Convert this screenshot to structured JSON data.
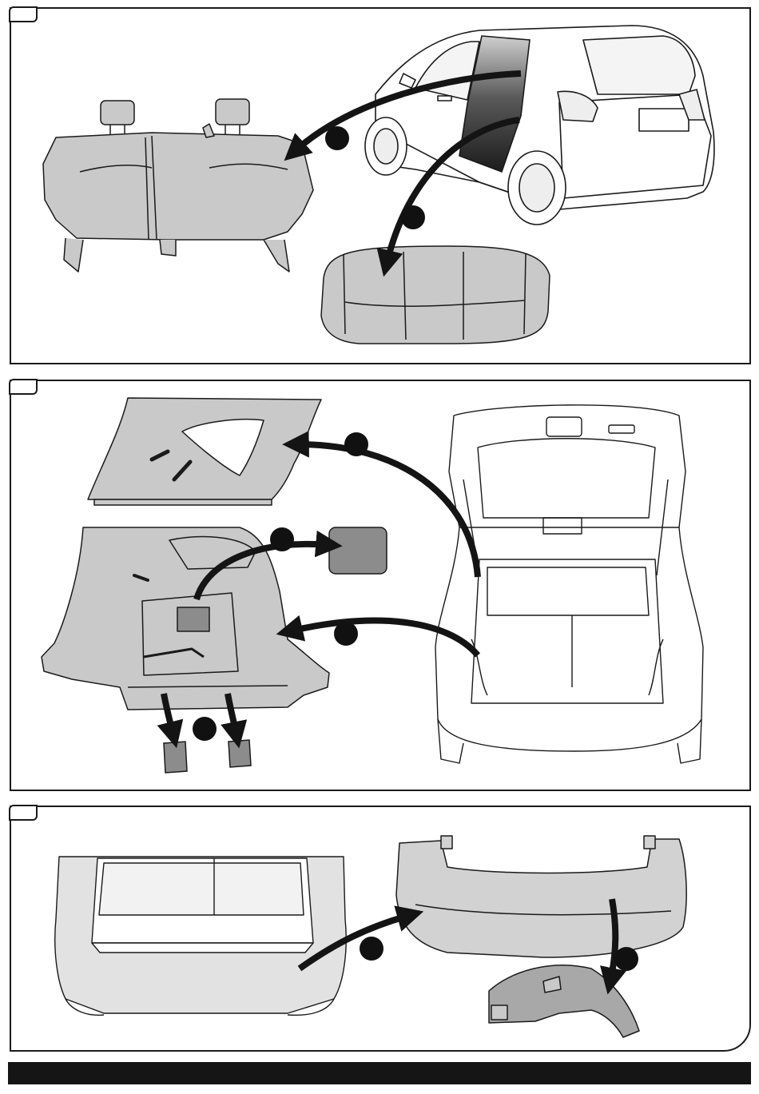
{
  "panels": [
    {
      "id": "panel-1",
      "steps": [
        "rear-seat-back",
        "rear-seat-cushion"
      ]
    },
    {
      "id": "panel-2",
      "steps": [
        "upper-side-trim",
        "access-cover",
        "lower-side-trim",
        "trim-clips"
      ]
    },
    {
      "id": "panel-3",
      "steps": [
        "rear-bumper",
        "bumper-bracket"
      ]
    }
  ],
  "colors": {
    "outline": "#1a1a1a",
    "part_fill": "#c9c9c9",
    "highlight_fill": "#8c8c8c",
    "arrow": "#141414",
    "vehicle_fill": "#ffffff"
  },
  "icons": [
    "step-marker-icon",
    "removal-arrow-icon"
  ]
}
